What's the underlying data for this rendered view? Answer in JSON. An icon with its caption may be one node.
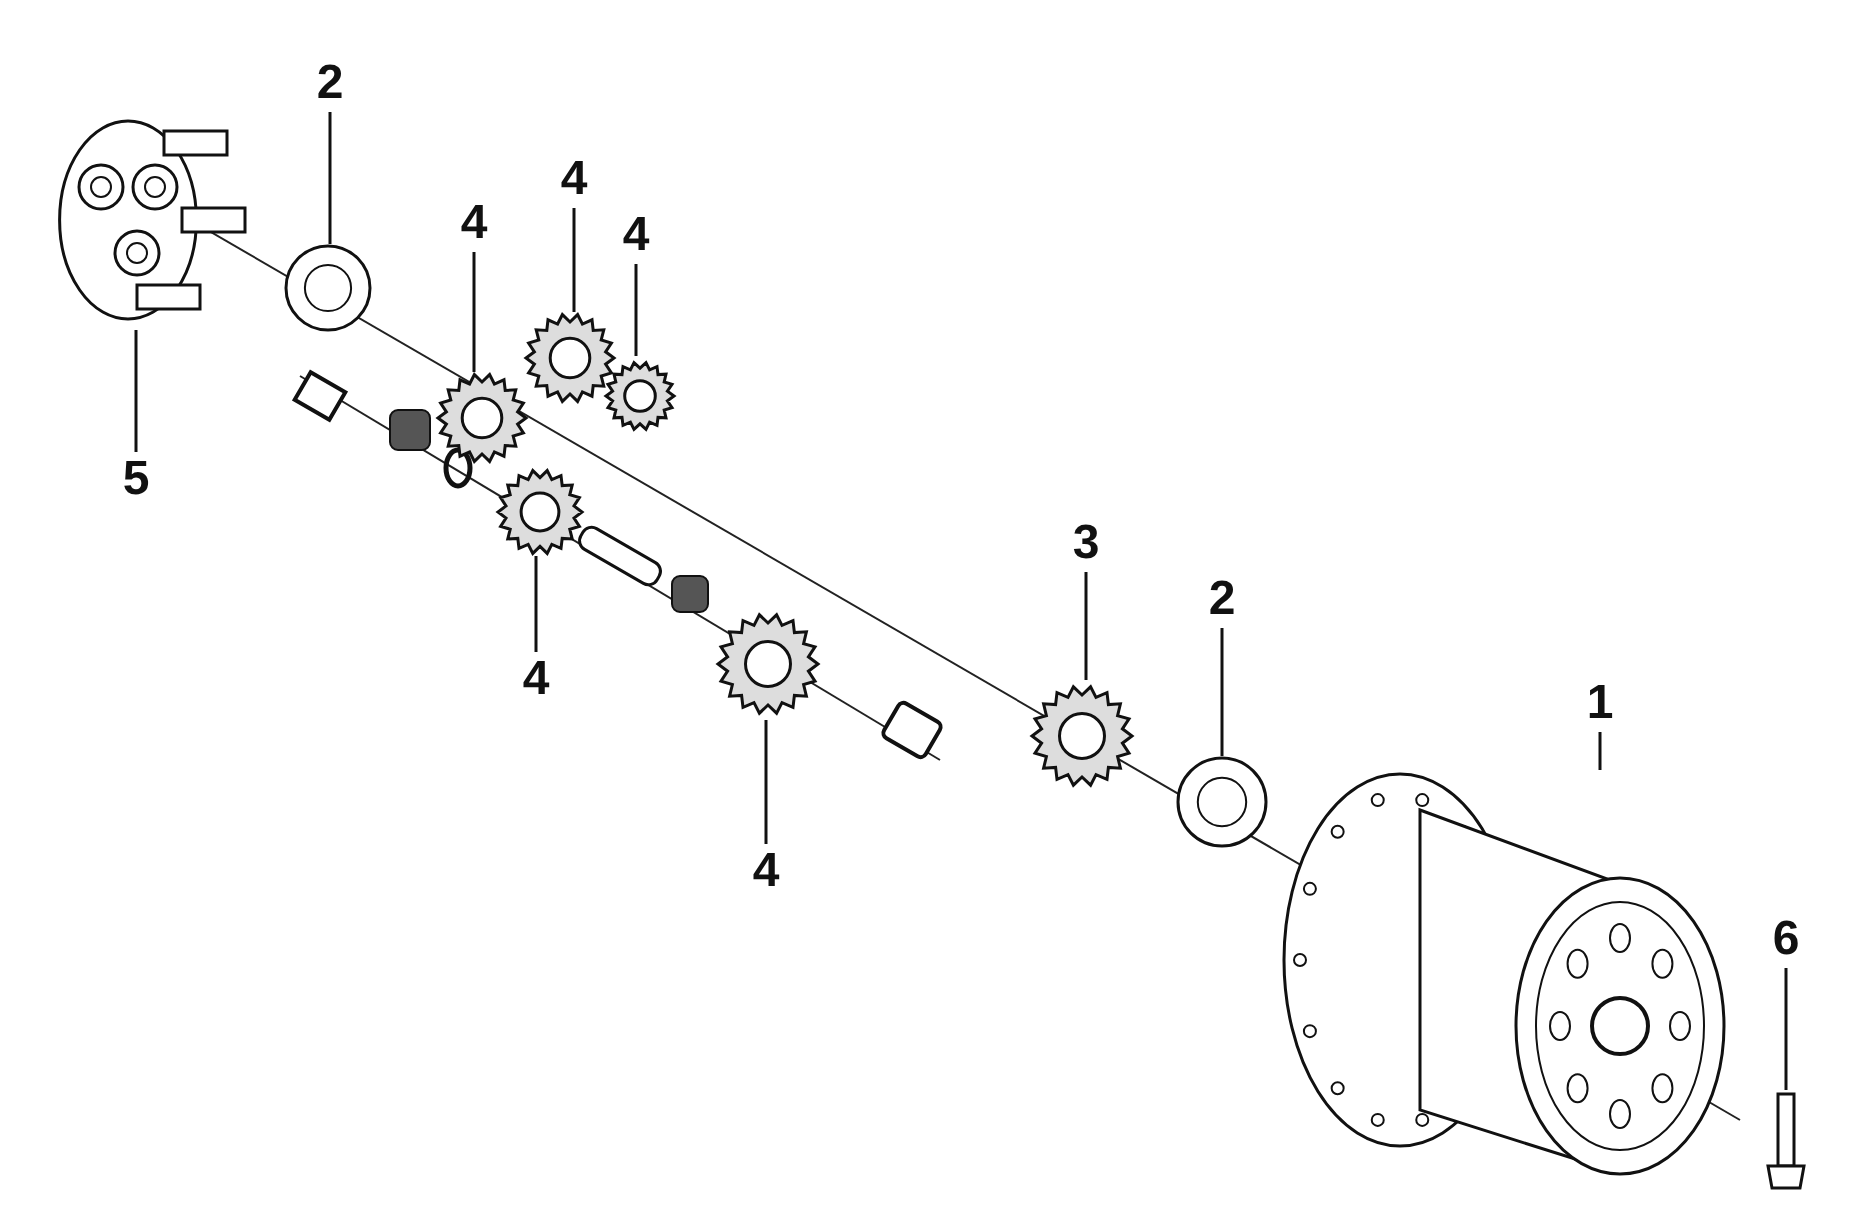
{
  "diagram": {
    "nodes": [
      {
        "text": [
          "2"
        ]
      },
      {
        "text": [
          "4"
        ]
      },
      {
        "text": [
          "4"
        ]
      },
      {
        "text": [
          "4"
        ]
      },
      {
        "text": [
          "5"
        ]
      },
      {
        "text": [
          "4"
        ]
      },
      {
        "text": [
          "3"
        ]
      },
      {
        "text": [
          "2"
        ]
      },
      {
        "text": [
          "4"
        ]
      },
      {
        "text": [
          "1"
        ]
      },
      {
        "text": [
          "6"
        ]
      },
      {
        "text": [],
        "shape": "picture"
      },
      {
        "text": [],
        "shape": "picture"
      },
      {
        "text": [],
        "shape": "picture"
      },
      {
        "text": [],
        "shape": "picture"
      },
      {
        "text": [],
        "shape": "picture"
      },
      {
        "text": [],
        "shape": "picture"
      },
      {
        "text": [],
        "shape": "picture"
      },
      {
        "text": [],
        "shape": "picture"
      },
      {
        "text": [],
        "shape": "picture"
      },
      {
        "text": [],
        "shape": "picture"
      },
      {
        "text": [],
        "shape": "picture"
      }
    ],
    "edges": [
      {
        "from": 0,
        "to": 11,
        "arrow": "none"
      },
      {
        "from": 1,
        "to": 12,
        "arrow": "none"
      },
      {
        "from": 2,
        "to": 13,
        "arrow": "none"
      },
      {
        "from": 3,
        "to": 14,
        "arrow": "none"
      },
      {
        "from": 4,
        "to": 15,
        "arrow": "none"
      },
      {
        "from": 5,
        "to": 16,
        "arrow": "none"
      },
      {
        "from": 6,
        "to": 17,
        "arrow": "none"
      },
      {
        "from": 7,
        "to": 18,
        "arrow": "none"
      },
      {
        "from": 8,
        "to": 19,
        "arrow": "none"
      },
      {
        "from": 9,
        "to": 20,
        "arrow": "none"
      },
      {
        "from": 10,
        "to": 21,
        "arrow": "none"
      }
    ]
  }
}
